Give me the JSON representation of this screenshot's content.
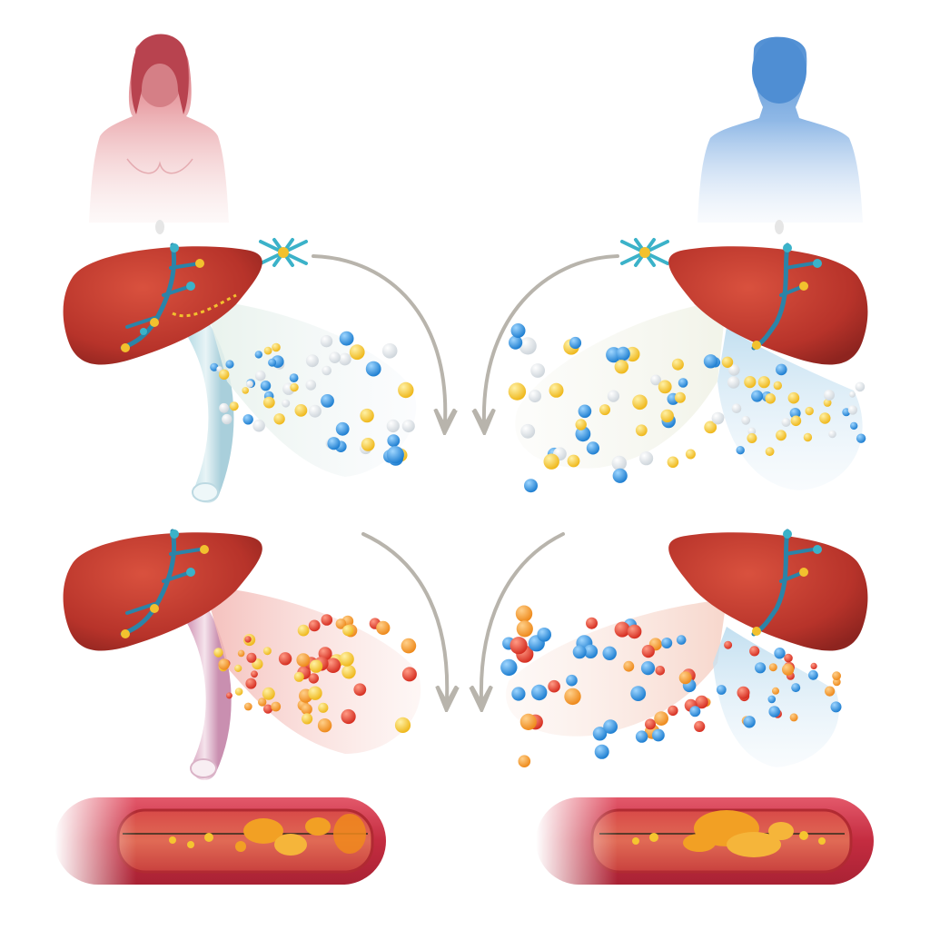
{
  "diagram": {
    "panels": [
      {
        "id": "female-upper",
        "figure": "female-silhouette",
        "stream_palette": [
          "#2f8fd8",
          "#f5c530",
          "#e8e8e8"
        ]
      },
      {
        "id": "male-upper",
        "figure": "male-silhouette",
        "stream_palette": [
          "#2f8fd8",
          "#f5c530",
          "#e8e8e8"
        ]
      },
      {
        "id": "female-lower",
        "stream_palette": [
          "#e03a2a",
          "#f59a2a",
          "#f5c530"
        ]
      },
      {
        "id": "male-lower",
        "stream_palette": [
          "#2f8fd8",
          "#f59a2a",
          "#e03a2a"
        ]
      }
    ],
    "colors": {
      "female": "#d46a75",
      "male": "#4f8ed3",
      "liver": "#c0392b",
      "artery": "#d9344a",
      "plaque": "#f2a024",
      "arrow": "#b8b4ac"
    },
    "icons": [
      "liver-icon",
      "molecule-icon",
      "curved-arrow-icon",
      "artery-icon",
      "plaque-icon",
      "silhouette-icon"
    ]
  }
}
